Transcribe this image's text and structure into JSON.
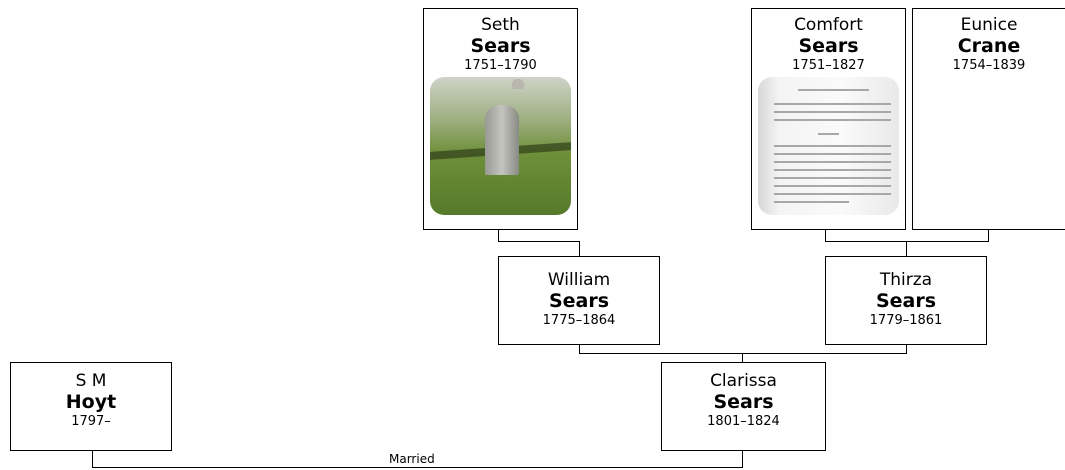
{
  "people": {
    "seth": {
      "given": "Seth",
      "surname": "Sears",
      "dates": "1751–1790"
    },
    "comfort": {
      "given": "Comfort",
      "surname": "Sears",
      "dates": "1751–1827"
    },
    "eunice": {
      "given": "Eunice",
      "surname": "Crane",
      "dates": "1754–1839"
    },
    "william": {
      "given": "William",
      "surname": "Sears",
      "dates": "1775–1864"
    },
    "thirza": {
      "given": "Thirza",
      "surname": "Sears",
      "dates": "1779–1861"
    },
    "sm": {
      "given": "S M",
      "surname": "Hoyt",
      "dates": "1797–"
    },
    "clarissa": {
      "given": "Clarissa",
      "surname": "Sears",
      "dates": "1801–1824"
    }
  },
  "connector_label": "Married"
}
